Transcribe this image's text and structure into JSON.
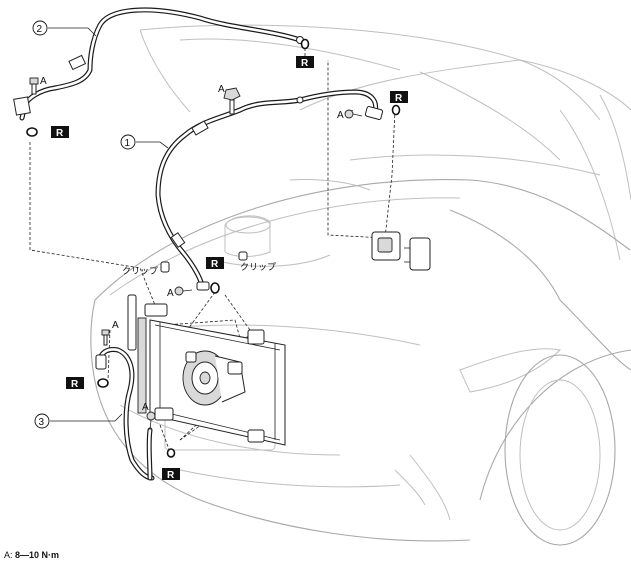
{
  "diagram": {
    "callouts": [
      "1",
      "2",
      "3"
    ],
    "fastener_mark": "A",
    "clip_label": "クリップ",
    "replace_badge": "R",
    "torque_note": {
      "key": "A:",
      "value": "8—10 N·m"
    }
  }
}
